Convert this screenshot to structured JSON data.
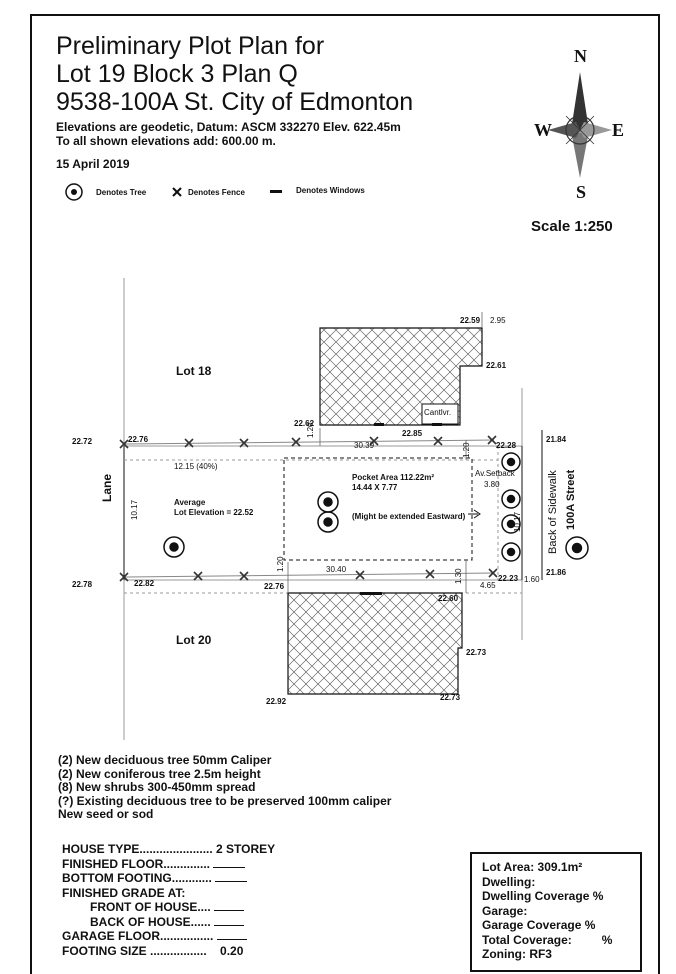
{
  "header": {
    "title_line1": "Preliminary Plot Plan for",
    "title_line2": "Lot 19 Block 3  Plan Q",
    "title_line3": "9538-100A St. City of Edmonton",
    "elevation_note": "Elevations are geodetic, Datum: ASCM 332270  Elev. 622.45m",
    "add_note": "To all shown elevations add: 600.00 m.",
    "date": "15 April 2019"
  },
  "legend": {
    "tree": "Denotes Tree",
    "fence": "Denotes Fence",
    "windows": "Denotes Windows"
  },
  "compass": {
    "n": "N",
    "s": "S",
    "e": "E",
    "w": "W"
  },
  "scale": "Scale 1:250",
  "plan": {
    "lot18": "Lot 18",
    "lot20": "Lot 20",
    "lane": "Lane",
    "street": "100A  Street",
    "sidewalk": "Back of Sidewalk",
    "avg_elev_line1": "Average",
    "avg_elev_line2": "Lot Elevation = 22.52",
    "pocket_line1": "Pocket Area  112.22m²",
    "pocket_line2": "14.44 X 7.77",
    "pocket_line3": "(Might be extended Eastward)",
    "cantilever": "Cantlvr.",
    "av_setback": "Av.Setback",
    "labels": {
      "e2259": "22.59",
      "d295": "2.95",
      "e2261": "22.61",
      "e2262": "22.62",
      "e2285": "22.85",
      "e2272": "22.72",
      "e2276a": "22.76",
      "d3039": "30.39",
      "d120a": "1.20",
      "e2228": "22.28",
      "e2184": "21.84",
      "d1215": "12.15 (40%)",
      "d380": "3.80",
      "d1017a": "10.17",
      "d1017b": "10.17",
      "e2278": "22.78",
      "e2282": "22.82",
      "e2276b": "22.76",
      "d3040": "30.40",
      "e2223": "22.23",
      "e2186": "21.86",
      "d160": "1.60",
      "d120b": "1.20",
      "d130": "1.30",
      "d465": "4.65",
      "e2260": "22.60",
      "e2273a": "22.73",
      "e2292": "22.92",
      "e2273b": "22.73"
    }
  },
  "notes": [
    "(2) New deciduous tree 50mm Caliper",
    "(2) New coniferous tree 2.5m height",
    "(8) New shrubs 300-450mm spread",
    "(?) Existing deciduous tree to be preserved 100mm caliper",
    "New seed or sod"
  ],
  "specs": {
    "house_type_label": "HOUSE TYPE......................",
    "house_type_value": "2 STOREY",
    "finished_floor": "FINISHED FLOOR..............",
    "bottom_footing": "BOTTOM FOOTING............",
    "finished_grade": "FINISHED GRADE AT:",
    "front_of_house": "FRONT OF HOUSE....",
    "back_of_house": "BACK OF  HOUSE......",
    "garage_floor": "GARAGE FLOOR................",
    "footing_size_label": "FOOTING SIZE .................",
    "footing_size_value": "0.20"
  },
  "summary": {
    "lot_area": "Lot Area:  309.1m²",
    "dwelling": "Dwelling:",
    "dwelling_coverage": "Dwelling Coverage %",
    "garage": "Garage:",
    "garage_coverage": "Garage Coverage %",
    "total_coverage_label": "Total  Coverage:",
    "total_coverage_pct": "%",
    "zoning": "Zoning: RF3"
  }
}
